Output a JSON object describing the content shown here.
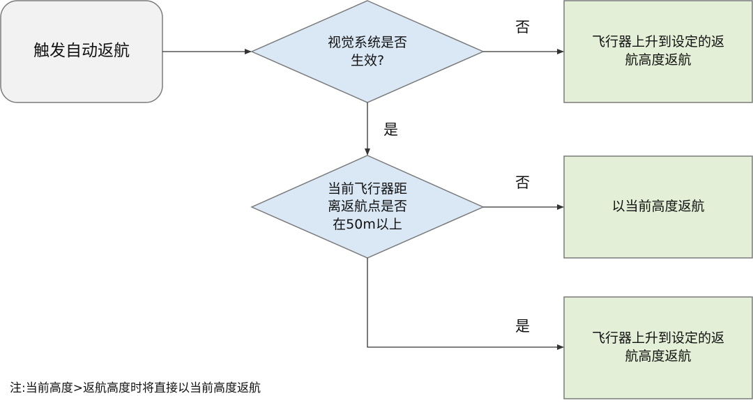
{
  "start": {
    "label": "触发自动返航"
  },
  "decision1": {
    "lines": [
      "视觉系统是否",
      "生效?"
    ]
  },
  "decision2": {
    "lines": [
      "当前飞行器距",
      "离返航点是否",
      "在50m以上"
    ]
  },
  "action1": {
    "lines": [
      "飞行器上升到设定的返",
      "航高度返航"
    ]
  },
  "action2": {
    "lines": [
      "以当前高度返航"
    ]
  },
  "action3": {
    "lines": [
      "飞行器上升到设定的返",
      "航高度返航"
    ]
  },
  "edges": {
    "d1_no": "否",
    "d1_yes": "是",
    "d2_no": "否",
    "d2_yes": "是"
  },
  "note": "注:当前高度>返航高度时将直接以当前高度返航",
  "colors": {
    "start_fill": "#f2f2f2",
    "decision_fill": "#dae8f5",
    "action_fill": "#e3efd6",
    "stroke": "#7a7a7a",
    "arrow": "#333333"
  }
}
